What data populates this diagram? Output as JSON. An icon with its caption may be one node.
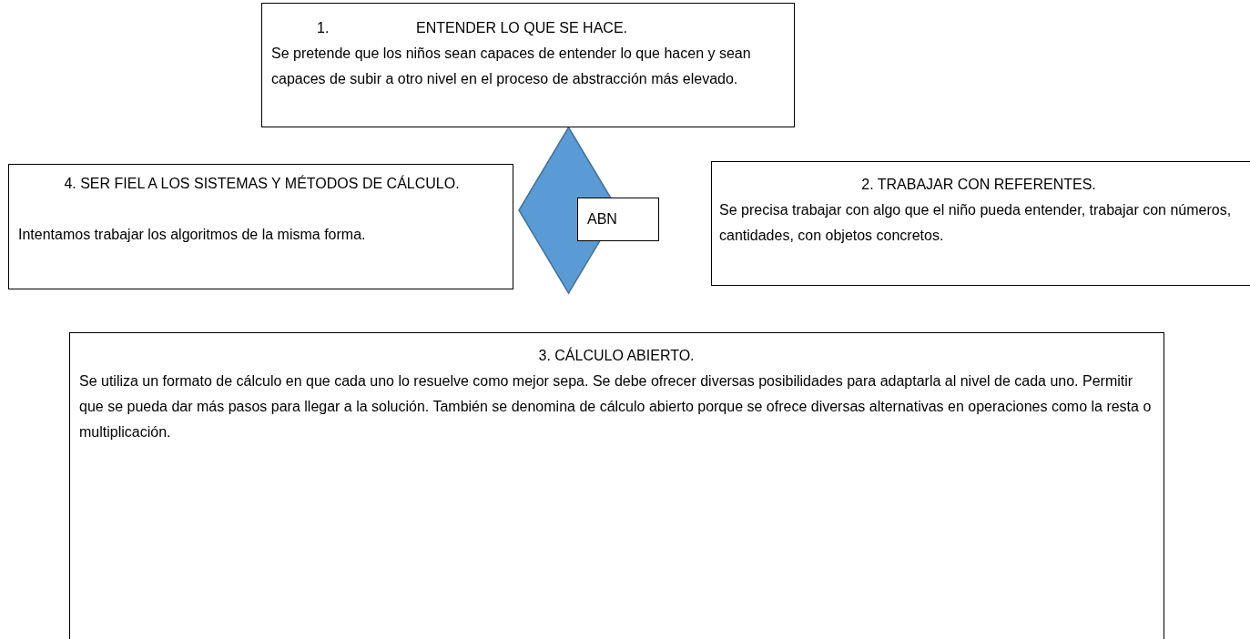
{
  "diagram": {
    "nodes": [
      {
        "text": [
          "1.",
          "ENTENDER LO QUE SE HACE.",
          "Se pretende que los niños sean capaces de entender lo que hacen y sean capaces de subir a otro nivel en el proceso de abstracción más elevado."
        ]
      },
      {
        "text": [
          "4. SER FIEL A LOS SISTEMAS Y MÉTODOS DE CÁLCULO.",
          "Intentamos trabajar los algoritmos de la misma forma."
        ]
      },
      {
        "text": [],
        "shape": "diamond"
      },
      {
        "text": [
          "ABN"
        ]
      },
      {
        "text": [
          "2. TRABAJAR CON REFERENTES.",
          "Se precisa trabajar con algo que el niño pueda entender, trabajar con números, cantidades, con objetos concretos."
        ]
      },
      {
        "text": [
          "3. CÁLCULO ABIERTO.",
          "Se utiliza un formato de cálculo en que cada uno lo resuelve como mejor sepa. Se debe ofrecer diversas posibilidades para adaptarla al nivel de cada uno. Permitir que se pueda dar más pasos para llegar a la solución. También se denomina de cálculo abierto porque se ofrece diversas alternativas en operaciones como la resta o multiplicación."
        ]
      }
    ],
    "edges": []
  }
}
